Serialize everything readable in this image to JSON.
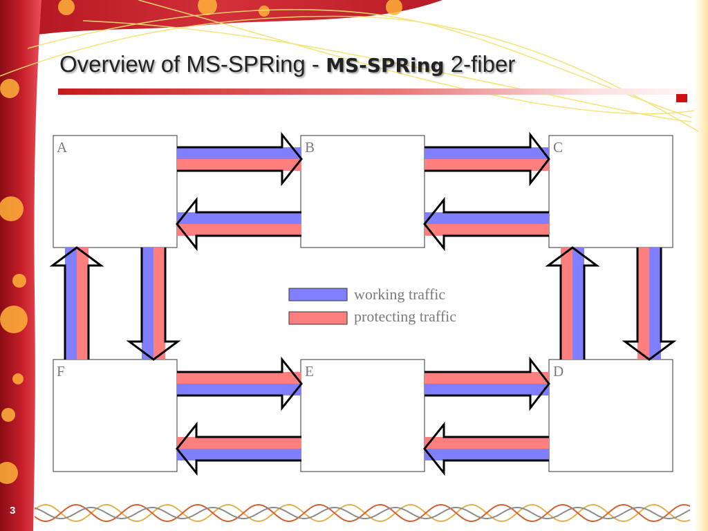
{
  "slide": {
    "title_prefix": "Overview of MS-SPRing - ",
    "title_bold": "MS-SPRing",
    "title_suffix": " 2-fiber",
    "page_number": "3"
  },
  "nodes": {
    "a": "A",
    "b": "B",
    "c": "C",
    "d": "D",
    "e": "E",
    "f": "F"
  },
  "legend": {
    "working": "working traffic",
    "protecting": "protecting traffic"
  },
  "colors": {
    "working": "#7f7fff",
    "protecting": "#ff7f7f",
    "accent": "#cc1111"
  }
}
